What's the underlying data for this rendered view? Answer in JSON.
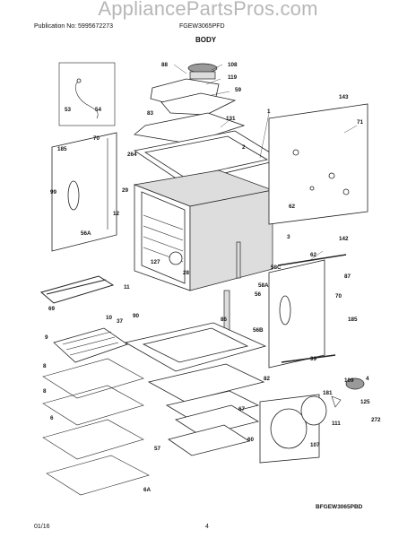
{
  "watermark": "AppliancePartsPros.com",
  "header": {
    "publication": "Publication No: 5995672273",
    "model": "FGEW3065PFD",
    "section_title": "BODY"
  },
  "footer": {
    "figure_code": "BFGEW3065PBD",
    "date": "01/16",
    "page_number": "4"
  },
  "callouts": [
    "88",
    "108",
    "119",
    "59",
    "131",
    "1",
    "143",
    "71",
    "53",
    "54",
    "83",
    "185",
    "70",
    "264",
    "99",
    "29",
    "12",
    "56A",
    "127",
    "28",
    "58C",
    "58A",
    "56",
    "62",
    "142",
    "3",
    "70",
    "87",
    "69",
    "11",
    "37",
    "90",
    "10",
    "86",
    "185",
    "9",
    "56B",
    "82",
    "99",
    "109",
    "4",
    "6",
    "181",
    "125",
    "272",
    "67",
    "111",
    "107",
    "57",
    "60",
    "6A",
    "8",
    "8",
    "2",
    "62"
  ]
}
